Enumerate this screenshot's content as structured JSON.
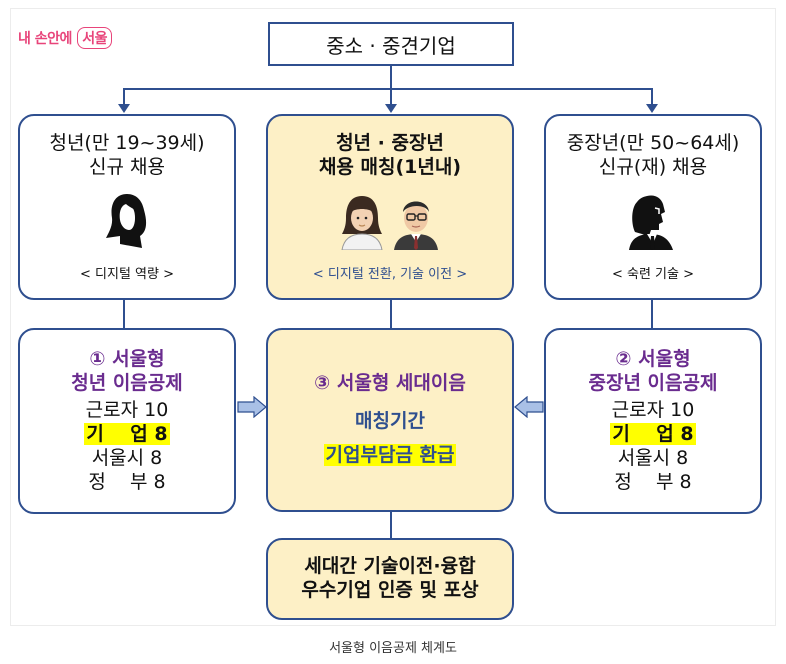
{
  "logo": {
    "prefix": "내 손안에 ",
    "boxed": "서울"
  },
  "top_box": "중소 · 중견기업",
  "left_top": {
    "line1": "청년(만 19~39세)",
    "line2": "신규 채용",
    "note": "< 디지털 역량 >",
    "icon": "young-woman-icon"
  },
  "center_top": {
    "line1": "청년 · 중장년",
    "line2": "채용 매칭(1년내)",
    "note": "< 디지털 전환, 기술 이전 >",
    "icon": "two-people-icon"
  },
  "right_top": {
    "line1": "중장년(만 50~64세)",
    "line2": "신규(재) 채용",
    "note": "< 숙련 기술 >",
    "icon": "older-man-icon"
  },
  "left_mid": {
    "title1": "① 서울형",
    "title2": "청년 이음공제",
    "worker": "근로자 10",
    "company": "기    업 8",
    "seoul": "서울시 8",
    "gov": "정    부 8"
  },
  "center_mid": {
    "title": "③ 서울형 세대이음",
    "sub1": "매칭기간",
    "sub2": "기업부담금 환급"
  },
  "right_mid": {
    "title1": "② 서울형",
    "title2": "중장년 이음공제",
    "worker": "근로자 10",
    "company": "기    업 8",
    "seoul": "서울시 8",
    "gov": "정    부 8"
  },
  "bottom_box": {
    "line1": "세대간 기술이전·융합",
    "line2": "우수기업 인증 및 포상"
  },
  "caption": "서울형 이음공제 체계도",
  "colors": {
    "border": "#2f4f8f",
    "highlight_bg": "#fdf0c6",
    "title_purple": "#6a2c8f",
    "yellow": "#ffff00"
  }
}
